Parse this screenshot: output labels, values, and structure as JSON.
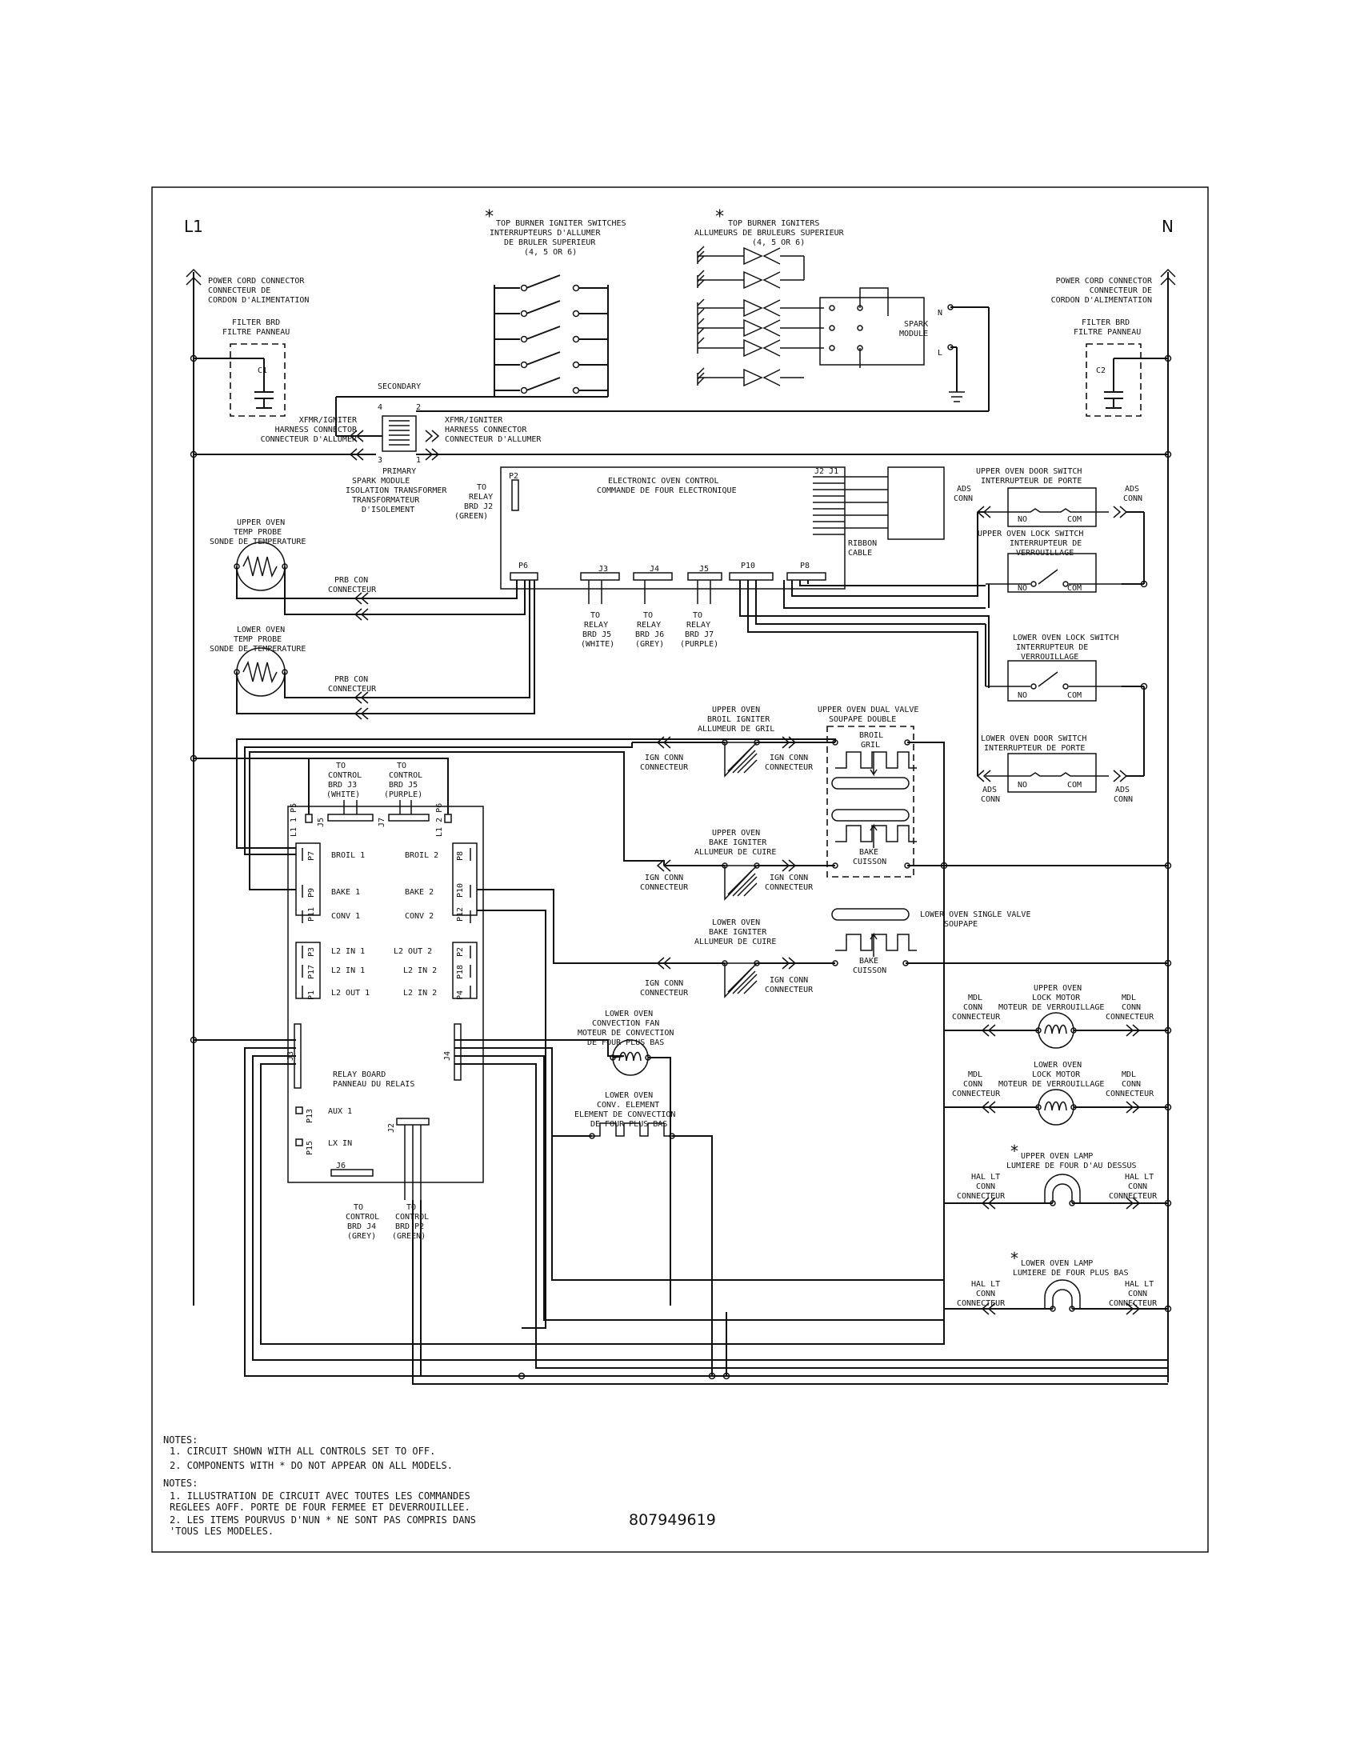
{
  "rails": {
    "left": "L1",
    "right": "N"
  },
  "power_cord_left": [
    "POWER CORD CONNECTOR",
    "CONNECTEUR DE",
    "CORDON D'ALIMENTATION"
  ],
  "power_cord_right": [
    "POWER CORD CONNECTOR",
    "CONNECTEUR DE",
    "CORDON D'ALIMENTATION"
  ],
  "filter_left": [
    "FILTER BRD",
    "FILTRE PANNEAU"
  ],
  "filter_right": [
    "FILTER BRD",
    "FILTRE PANNEAU"
  ],
  "cap_left": "C1",
  "cap_right": "C2",
  "igniter_switches": [
    "TOP BURNER IGNITER SWITCHES",
    "INTERRUPTEURS D'ALLUMER",
    "DE BRULER SUPERIEUR",
    "(4, 5 OR 6)"
  ],
  "igniters": [
    "TOP BURNER IGNITERS",
    "ALLUMEURS DE BRULEURS SUPERIEUR",
    "(4, 5 OR 6)"
  ],
  "spark_module": [
    "SPARK",
    "MODULE"
  ],
  "spark_pins": [
    "N",
    "L"
  ],
  "secondary": "SECONDARY",
  "primary": "PRIMARY",
  "transformer_pins": [
    "4",
    "2",
    "3",
    "1"
  ],
  "xfmr_left": [
    "XFMR/IGNITER",
    "HARNESS CONNECTOR",
    "CONNECTEUR D'ALLUMER"
  ],
  "xfmr_right": [
    "XFMR/IGNITER",
    "HARNESS CONNECTOR",
    "CONNECTEUR D'ALLUMER"
  ],
  "isolation": [
    "SPARK MODULE",
    "ISOLATION TRANSFORMER",
    "TRANSFORMATEUR",
    "D'ISOLEMENT"
  ],
  "eoc": [
    "ELECTRONIC OVEN CONTROL",
    "COMMANDE DE FOUR ELECTRONIQUE"
  ],
  "p2_label": "P2",
  "p2_text": [
    "TO",
    "RELAY",
    "BRD J2",
    "(GREEN)"
  ],
  "j2j1": "J2 J1",
  "ribbon": [
    "RIBBON",
    "CABLE"
  ],
  "ctrl_connectors": [
    "P6",
    "J3",
    "J4",
    "J5",
    "P10",
    "P8"
  ],
  "to_relay": [
    [
      "TO",
      "RELAY",
      "BRD J5",
      "(WHITE)"
    ],
    [
      "TO",
      "RELAY",
      "BRD J6",
      "(GREY)"
    ],
    [
      "TO",
      "RELAY",
      "BRD J7",
      "(PURPLE)"
    ]
  ],
  "upper_probe": [
    "UPPER OVEN",
    "TEMP PROBE",
    "SONDE DE TEMPERATURE"
  ],
  "lower_probe": [
    "LOWER OVEN",
    "TEMP PROBE",
    "SONDE DE TEMPERATURE"
  ],
  "prb_con": [
    "PRB CON",
    "CONNECTEUR"
  ],
  "ads_conn": [
    "ADS",
    "CONN"
  ],
  "upper_door_switch": [
    "UPPER OVEN DOOR SWITCH",
    "INTERRUPTEUR DE PORTE"
  ],
  "upper_lock_switch": [
    "UPPER OVEN LOCK SWITCH",
    "INTERRUPTEUR DE",
    "VERROUILLAGE"
  ],
  "lower_lock_switch": [
    "LOWER OVEN LOCK SWITCH",
    "INTERRUPTEUR DE",
    "VERROUILLAGE"
  ],
  "lower_door_switch": [
    "LOWER OVEN DOOR SWITCH",
    "INTERRUPTEUR DE PORTE"
  ],
  "no_com": [
    "NO",
    "COM"
  ],
  "upper_broil_igniter": [
    "UPPER OVEN",
    "BROIL IGNITER",
    "ALLUMEUR DE GRIL"
  ],
  "upper_bake_igniter": [
    "UPPER OVEN",
    "BAKE IGNITER",
    "ALLUMEUR DE CUIRE"
  ],
  "lower_bake_igniter": [
    "LOWER OVEN",
    "BAKE IGNITER",
    "ALLUMEUR DE CUIRE"
  ],
  "ign_conn": [
    "IGN CONN",
    "CONNECTEUR"
  ],
  "dual_valve": [
    "UPPER OVEN DUAL VALVE",
    "SOUPAPE DOUBLE"
  ],
  "broil_gril": [
    "BROIL",
    "GRIL"
  ],
  "bake_cuisson": [
    "BAKE",
    "CUISSON"
  ],
  "single_valve": [
    "LOWER OVEN SINGLE VALVE",
    "SOUPAPE"
  ],
  "to_control_top": [
    [
      "TO",
      "CONTROL",
      "BRD J3",
      "(WHITE)"
    ],
    [
      "TO",
      "CONTROL",
      "BRD J5",
      "(PURPLE)"
    ]
  ],
  "to_control_bottom": [
    [
      "TO",
      "CONTROL",
      "BRD J4",
      "(GREY)"
    ],
    [
      "TO",
      "CONTROL",
      "BRD P2",
      "(GREEN)"
    ]
  ],
  "relay_pins_left": [
    "P7",
    "P9",
    "P11",
    "P3",
    "P17",
    "P1"
  ],
  "relay_pins_right": [
    "P8",
    "P10",
    "P12",
    "P2",
    "P18",
    "P4"
  ],
  "relay_top_pins": [
    "L1 1 P5",
    "J5",
    "J7",
    "L1 2 P6"
  ],
  "relay_left_terms": [
    "BROIL 1",
    "BAKE 1",
    "CONV 1",
    "L2 IN 1",
    "L2 IN 1",
    "L2 OUT 1"
  ],
  "relay_right_terms": [
    "BROIL 2",
    "BAKE 2",
    "CONV 2",
    "L2 OUT 2",
    "L2 IN 2",
    "L2 IN 2"
  ],
  "relay_board": [
    "RELAY BOARD",
    "PANNEAU DU RELAIS"
  ],
  "relay_side": [
    "J3",
    "J4",
    "J2",
    "J6"
  ],
  "aux": [
    "P13",
    "AUX 1"
  ],
  "lx": [
    "P15",
    "LX IN"
  ],
  "conv_fan": [
    "LOWER OVEN",
    "CONVECTION FAN",
    "MOTEUR DE CONVECTION",
    "DE FOUR PLUS BAS"
  ],
  "conv_element": [
    "LOWER OVEN",
    "CONV. ELEMENT",
    "ELEMENT DE CONVECTION",
    "DE FOUR PLUS BAS"
  ],
  "upper_lock_motor": [
    "UPPER OVEN",
    "LOCK MOTOR",
    "MOTEUR DE VERROUILLAGE"
  ],
  "lower_lock_motor": [
    "LOWER OVEN",
    "LOCK MOTOR",
    "MOTEUR DE VERROUILLAGE"
  ],
  "mdl_conn": [
    "MDL",
    "CONN",
    "CONNECTEUR"
  ],
  "upper_lamp": [
    "UPPER OVEN LAMP",
    "LUMIERE DE FOUR D'AU DESSUS"
  ],
  "lower_lamp": [
    "LOWER OVEN LAMP",
    "LUMIERE DE FOUR PLUS BAS"
  ],
  "hal_conn": [
    "HAL LT",
    "CONN",
    "CONNECTEUR"
  ],
  "notes_en": [
    "NOTES:",
    "1.  CIRCUIT SHOWN WITH ALL CONTROLS SET TO OFF.",
    "2.  COMPONENTS WITH * DO NOT APPEAR ON ALL MODELS."
  ],
  "notes_fr": [
    "NOTES:",
    "1.  ILLUSTRATION DE CIRCUIT AVEC TOUTES LES COMMANDES",
    "     REGLEES AOFF. PORTE DE FOUR FERMEE ET DEVERROUILLEE.",
    "2.  LES ITEMS POURVUS D'NUN * NE SONT PAS COMPRIS DANS",
    "     'TOUS LES MODELES."
  ],
  "part_number": "807949619"
}
